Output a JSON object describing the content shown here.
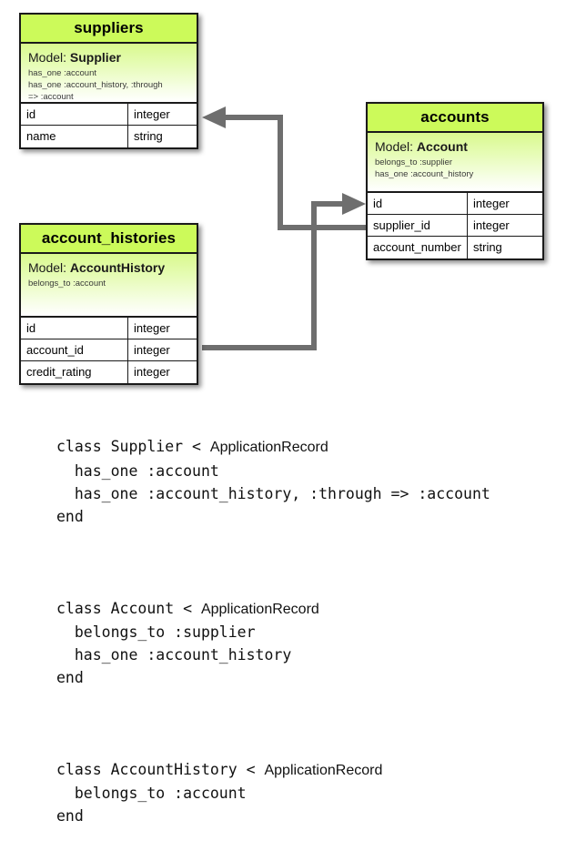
{
  "diagram": {
    "entities": [
      {
        "key": "suppliers",
        "table_name": "suppliers",
        "model_label": "Model:",
        "model_name": "Supplier",
        "associations": [
          "has_one :account",
          "has_one :account_history, :through",
          "=> :account"
        ],
        "fields": [
          {
            "name": "id",
            "type": "integer"
          },
          {
            "name": "name",
            "type": "string"
          }
        ]
      },
      {
        "key": "accounts",
        "table_name": "accounts",
        "model_label": "Model:",
        "model_name": "Account",
        "associations": [
          "belongs_to :supplier",
          "has_one :account_history"
        ],
        "fields": [
          {
            "name": "id",
            "type": "integer"
          },
          {
            "name": "supplier_id",
            "type": "integer"
          },
          {
            "name": "account_number",
            "type": "string"
          }
        ]
      },
      {
        "key": "account_histories",
        "table_name": "account_histories",
        "model_label": "Model:",
        "model_name": "AccountHistory",
        "associations": [
          "belongs_to :account"
        ],
        "fields": [
          {
            "name": "id",
            "type": "integer"
          },
          {
            "name": "account_id",
            "type": "integer"
          },
          {
            "name": "credit_rating",
            "type": "integer"
          }
        ]
      }
    ],
    "relationships": [
      {
        "from": "accounts.supplier_id",
        "to": "suppliers.id",
        "arrow": "left"
      },
      {
        "from": "account_histories.account_id",
        "to": "accounts.id",
        "arrow": "right"
      }
    ]
  },
  "colors": {
    "header_green": "#ccfa5a",
    "model_gradient_top": "#d9f98e",
    "border": "#1a1a1a",
    "connector_gray": "#6e6e6e",
    "code_text": "#111111",
    "background": "#ffffff"
  },
  "code": {
    "blocks": [
      {
        "keyword": "class",
        "class_name": "Supplier",
        "operator": "<",
        "superclass": "ApplicationRecord",
        "body": [
          "  has_one :account",
          "  has_one :account_history, :through => :account"
        ],
        "end": "end"
      },
      {
        "keyword": "class",
        "class_name": "Account",
        "operator": "<",
        "superclass": "ApplicationRecord",
        "body": [
          "  belongs_to :supplier",
          "  has_one :account_history"
        ],
        "end": "end"
      },
      {
        "keyword": "class",
        "class_name": "AccountHistory",
        "operator": "<",
        "superclass": "ApplicationRecord",
        "body": [
          "  belongs_to :account"
        ],
        "end": "end"
      }
    ]
  }
}
